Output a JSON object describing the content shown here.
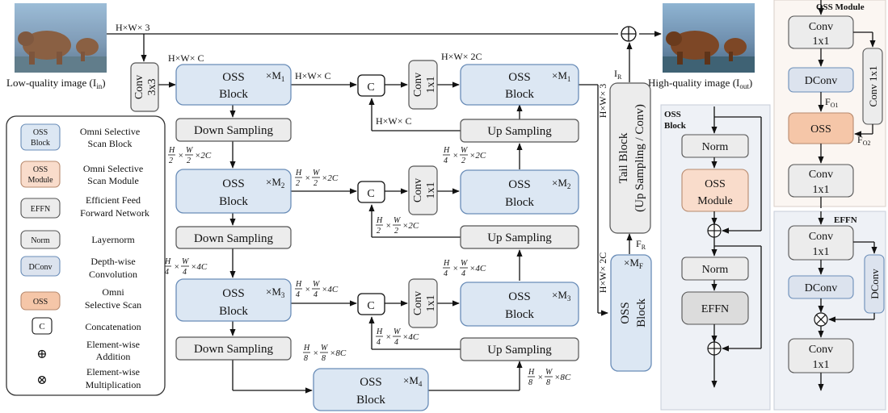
{
  "images": {
    "input_label": "Low-quality image (I",
    "input_sub": "in",
    "output_label": "High-quality image (I",
    "output_sub": "out"
  },
  "blocks": {
    "oss_block_l1": "OSS",
    "oss_block_l2": "Block",
    "conv3x3_l1": "Conv",
    "conv3x3_l2": "3x3",
    "conv1x1_l1": "Conv",
    "conv1x1_l2": "1x1",
    "concat": "C",
    "down_sampling": "Down Sampling",
    "up_sampling": "Up Sampling",
    "tail_l1": "Tail Block",
    "tail_l2": "(Up Sampling / Conv)"
  },
  "multipliers": {
    "m1": "×M",
    "m1_sub": "1",
    "m2": "×M",
    "m2_sub": "2",
    "m3": "×M",
    "m3_sub": "3",
    "m4": "×M",
    "m4_sub": "4",
    "mf": "×M",
    "mf_sub": "F"
  },
  "dims": {
    "hw3": "H×W× 3",
    "hwc": "H×W× C",
    "hw2c": "H×W× 2C",
    "ir": "I",
    "ir_sub": "R",
    "fr": "F",
    "fr_sub": "R",
    "hw3_vert": "H×W× 3",
    "hw2c_vert": "H×W× 2C",
    "h": "H",
    "w": "W",
    "two": "2",
    "four": "4",
    "eight": "8",
    "times": "×",
    "c2": "×2C",
    "c4": "×4C",
    "c8": "×8C"
  },
  "legend": {
    "items": [
      {
        "chip": "OSS Block",
        "chip_l1": "OSS",
        "chip_l2": "Block",
        "desc_l1": "Omni Selective",
        "desc_l2": "Scan Block"
      },
      {
        "chip": "OSS Module",
        "chip_l1": "OSS",
        "chip_l2": "Module",
        "desc_l1": "Omni Selective",
        "desc_l2": "Scan Module"
      },
      {
        "chip": "EFFN",
        "chip_l1": "EFFN",
        "chip_l2": "",
        "desc_l1": "Efficient Feed",
        "desc_l2": "Forward Network"
      },
      {
        "chip": "Norm",
        "chip_l1": "Norm",
        "chip_l2": "",
        "desc_l1": "Layernorm",
        "desc_l2": ""
      },
      {
        "chip": "DConv",
        "chip_l1": "DConv",
        "chip_l2": "",
        "desc_l1": "Depth-wise",
        "desc_l2": "Convolution"
      },
      {
        "chip": "OSS",
        "chip_l1": "OSS",
        "chip_l2": "",
        "desc_l1": "Omni",
        "desc_l2": "Selective Scan"
      },
      {
        "chip": "C",
        "chip_l1": "C",
        "chip_l2": "",
        "desc_l1": "Concatenation",
        "desc_l2": ""
      },
      {
        "chip": "⊕",
        "chip_l1": "⊕",
        "chip_l2": "",
        "desc_l1": "Element-wise",
        "desc_l2": "Addition"
      },
      {
        "chip": "⊗",
        "chip_l1": "⊗",
        "chip_l2": "",
        "desc_l1": "Element-wise",
        "desc_l2": "Multiplication"
      }
    ]
  },
  "oss_block_panel": {
    "title_l1": "OSS",
    "title_l2": "Block",
    "norm": "Norm",
    "module_l1": "OSS",
    "module_l2": "Module",
    "effn": "EFFN"
  },
  "oss_module_panel": {
    "title": "OSS Module",
    "conv": "Conv",
    "k1x1": "1x1",
    "conv_side": "Conv 1x1",
    "dconv": "DConv",
    "oss": "OSS",
    "fo1": "F",
    "fo1_sub": "O1",
    "fo2": "F",
    "fo2_sub": "O2"
  },
  "effn_panel": {
    "title": "EFFN",
    "conv": "Conv",
    "k1x1": "1x1",
    "dconv": "DConv"
  },
  "colors": {
    "oss_block": "#dce7f3",
    "oss_block_border": "#6a8db8",
    "gray_box": "#ececec",
    "gray_border": "#5a5a5a",
    "module_orange": "#f9dccb",
    "oss_orange": "#f5c6a8",
    "panel_bg": "#eef1f6",
    "panel_bg_warm": "#fbf6f2"
  }
}
